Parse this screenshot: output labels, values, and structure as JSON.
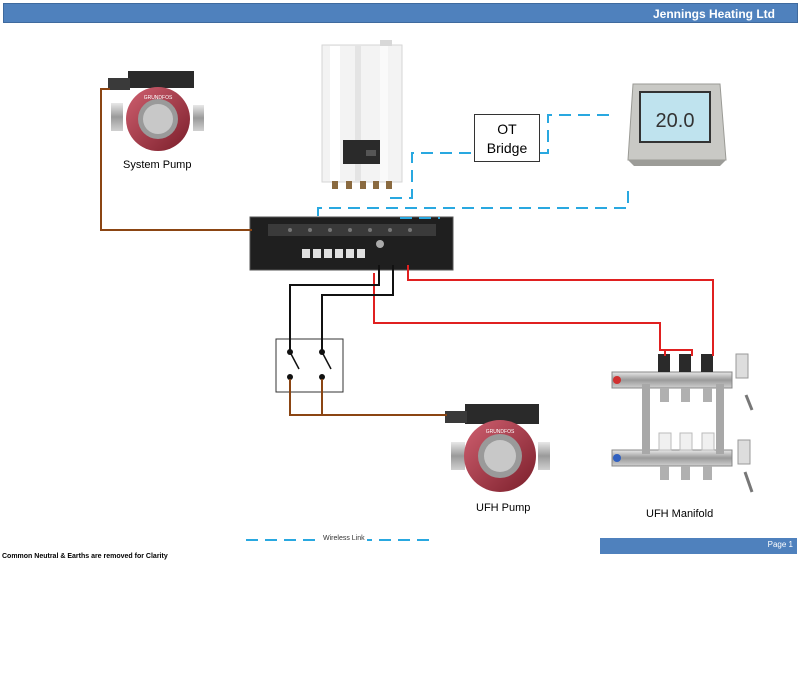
{
  "header": {
    "title": "Jennings Heating Ltd",
    "color": "#4f81bd"
  },
  "labels": {
    "system_pump": "System Pump",
    "ot_bridge_line1": "OT",
    "ot_bridge_line2": "Bridge",
    "thermostat_display": "20.0",
    "ufh_pump": "UFH Pump",
    "ufh_manifold": "UFH Manifold",
    "pump_brand": "GRUNDFOS"
  },
  "legend": {
    "wireless_link": "Wireless Link"
  },
  "footer": {
    "page": "Page 1"
  },
  "footnote": "Common Neutral & Earths are removed for Clarity",
  "colors": {
    "wire_brown": "#8b4513",
    "wire_red": "#e02020",
    "wire_black": "#111111",
    "wireless_dashed": "#29a8e0"
  }
}
